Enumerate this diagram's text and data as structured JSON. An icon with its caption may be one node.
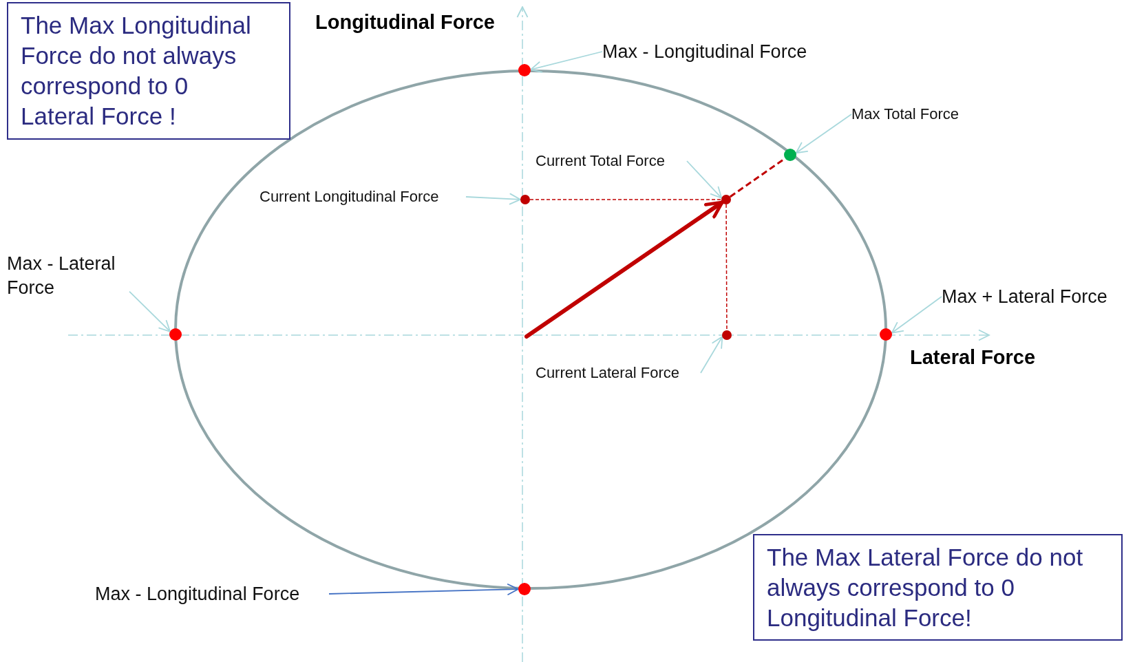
{
  "diagram": {
    "nodes": [
      {
        "text": [
          "The Max Longitudinal Force do not always correspond to 0 Lateral Force !"
        ]
      },
      {
        "text": [
          "Max - Longitudinal Force"
        ]
      },
      {
        "text": [],
        "shape": "circle"
      },
      {
        "text": [
          "Max Total Force"
        ]
      },
      {
        "text": [],
        "shape": "circle"
      },
      {
        "text": [
          "Current Total Force"
        ]
      },
      {
        "text": [
          "Current Longitudinal Force"
        ]
      },
      {
        "text": [],
        "shape": "circle"
      },
      {
        "text": [],
        "shape": "circle"
      },
      {
        "text": [
          "Max - Lateral Force"
        ]
      },
      {
        "text": [
          "Max + Lateral Force"
        ]
      },
      {
        "text": [],
        "shape": "circle"
      },
      {
        "text": [],
        "shape": "circle"
      },
      {
        "text": [],
        "shape": "circle"
      },
      {
        "text": [
          "Current Lateral Force"
        ]
      },
      {
        "text": [
          "The Max Lateral Force do not always correspond to 0 Longitudinal Force!"
        ]
      },
      {
        "text": [
          "Max - Longitudinal Force"
        ]
      },
      {
        "text": [],
        "shape": "circle"
      }
    ],
    "edges": [
      {
        "from": 1,
        "to": 2,
        "arrow": "to"
      },
      {
        "from": 3,
        "to": 4,
        "arrow": "to"
      },
      {
        "from": 5,
        "to": 8,
        "arrow": "to"
      },
      {
        "from": 6,
        "to": 7,
        "arrow": "to"
      },
      {
        "from": 9,
        "to": 11,
        "arrow": "to"
      },
      {
        "from": 10,
        "to": 13,
        "arrow": "to"
      },
      {
        "from": 14,
        "to": 12,
        "arrow": "to"
      },
      {
        "from": 16,
        "to": 17,
        "arrow": "to",
        "color": "#4472c4"
      },
      {
        "from": null,
        "to": 8,
        "arrow": "to",
        "style": "thick",
        "color": "#c00000"
      },
      {
        "from": 8,
        "to": 4,
        "arrow": "none",
        "style": "dashed",
        "color": "#c00000"
      },
      {
        "from": 7,
        "to": 8,
        "arrow": "none",
        "style": "dashed",
        "color": "#c00000"
      },
      {
        "from": 8,
        "to": 12,
        "arrow": "none",
        "style": "dashed",
        "color": "#c00000"
      }
    ],
    "labels": [
      "Longitudinal Force",
      "Lateral Force"
    ]
  }
}
